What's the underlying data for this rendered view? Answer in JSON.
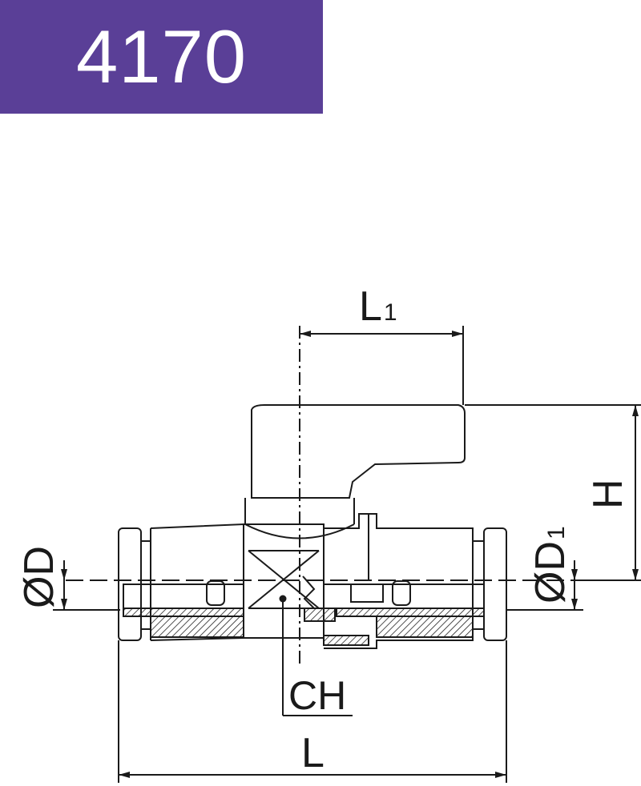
{
  "product": {
    "code": "4170",
    "banner_color": "#5a3f97"
  },
  "dimensions": {
    "L1": {
      "main": "L",
      "sub": "1"
    },
    "H": "H",
    "OD": "ØD",
    "OD1": {
      "main": "ØD",
      "sub": "1"
    },
    "CH": "CH",
    "L": "L"
  }
}
